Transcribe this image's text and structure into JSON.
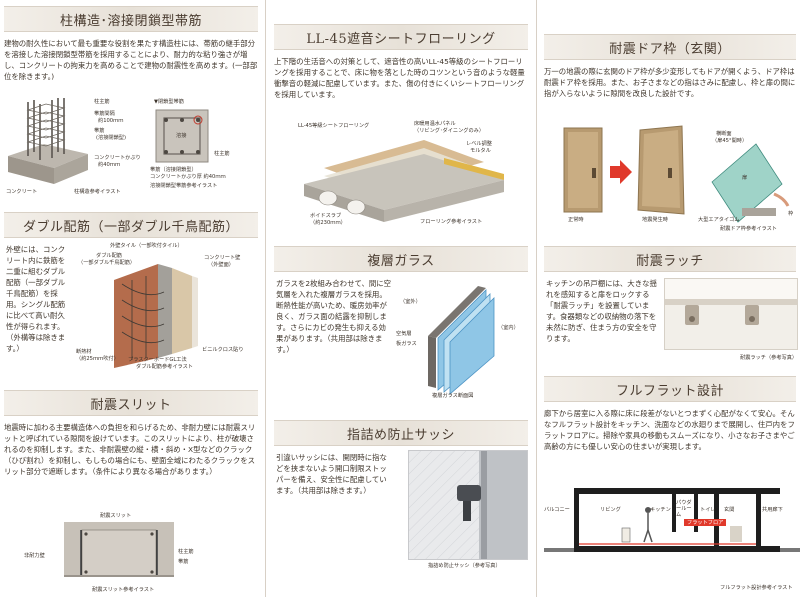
{
  "col1": {
    "s1": {
      "title": "柱構造･溶接閉鎖型帯筋",
      "body": "建物の耐久性において最も重要な役割を果たす構造柱には、帯筋の継手部分を溶接した溶接閉鎖型帯筋を採用することにより、耐力的な粘り強さが増し、コンクリートの拘束力を高めることで建物の耐震性を高めます。(一部部位を除きます。)",
      "labels": {
        "hashira_shukin": "柱主筋",
        "obikin_kankaku": "帯筋間隔",
        "kankaku_val": "約100ｍｍ",
        "obikin_yousetsu": "帯筋",
        "obikin_yousetsu_sub": "(溶接閉鎖型)",
        "concrete_kaburi": "コンクリートかぶり",
        "kaburi_val": "約40ｍｍ",
        "concrete": "コンクリート",
        "caption_left": "柱構造参考イラスト",
        "heisa": "▼閉鎖型帯筋",
        "yousetsu": "溶接",
        "hashira_shukin2": "柱主筋",
        "obikin_r": "帯筋（溶接閉鎖型）",
        "kaburi_r": "コンクリートかぶり厚 約40ｍｍ",
        "caption_right": "溶接閉鎖型帯筋参考イラスト"
      }
    },
    "s2": {
      "title": "ダブル配筋（一部ダブル千鳥配筋）",
      "body": "外壁には、コンクリート内に鉄筋を二重に組むダブル配筋（一部ダブル千鳥配筋）を採用。シングル配筋に比べて高い耐久性が得られます。（外構等は除きます。）",
      "labels": {
        "gaiheki_tile": "外壁タイル（一部吹付タイル）",
        "double": "ダブル配筋",
        "double_sub": "（一部ダブル千鳥配筋）",
        "concrete_heki": "コンクリート壁",
        "concrete_heki_sub": "（外壁面）",
        "dannetsu": "断熱材",
        "dannetsu_sub": "（約25ｍｍ吹付）",
        "vinyl": "ビニルクロス貼り",
        "plaster": "プラスターボードGL工法",
        "caption": "ダブル配筋参考イラスト"
      }
    },
    "s3": {
      "title": "耐震スリット",
      "body": "地震時に加わる主要構造体への負担を和らげるため、非耐力壁には耐震スリットと呼ばれている隙間を設けています。このスリットにより、柱が破壊されるのを抑制します。また、非耐震壁の縦・横・斜め・X型などのクラック（ひび割れ）を抑制し、もしもの場合にも、壁面全域にわたるクラックをスリット部分で遮断します。（条件により異なる場合があります。）",
      "labels": {
        "slit": "耐震スリット",
        "hitairyoku": "非耐力壁",
        "hashira_shukin": "柱主筋",
        "obikin": "帯筋",
        "caption": "耐震スリット参考イラスト"
      }
    }
  },
  "col2": {
    "s1": {
      "title": "LL-45遮音シートフローリング",
      "body": "上下階の生活音への対策として、遮音性の高いLL-45等級のシートフローリングを採用することで、床に物を落とした時のコツンという音のような軽量衝撃音の軽減に配慮しています。また、傷の付きにくいシートフローリングを採用しています。",
      "labels": {
        "ll45": "LL-45等級シートフローリング",
        "yukadanbou": "床暖用温水パネル",
        "yukadanbou_sub": "（リビング･ダイニングのみ）",
        "level": "レベル調整",
        "level_sub": "モルタル",
        "void": "ボイドスラブ",
        "void_sub": "（約230ｍｍ）",
        "caption": "フローリング参考イラスト"
      }
    },
    "s2": {
      "title": "複層ガラス",
      "body": "ガラスを2枚組み合わせて、間に空気層を入れた複層ガラスを採用。断熱性能が高いため、暖房効率が良く、ガラス面の結露を抑制します。さらにカビの発生も抑える効果があります。（共用部は除きます。）",
      "labels": {
        "okugai": "（室外）",
        "shitsunai": "（室内）",
        "kuukisou": "空気層",
        "glass": "板ガラス",
        "caption": "複層ガラス断面図"
      }
    },
    "s3": {
      "title": "指詰め防止サッシ",
      "body": "引違いサッシには、開閉時に指などを挟まないよう開口制限ストッパーを備え、安全性に配慮しています。（共用部は除きます。）",
      "caption": "指詰め防止サッシ（参考写真）"
    }
  },
  "col3": {
    "s1": {
      "title": "耐震ドア枠（玄関）",
      "body": "万一の地震の際に玄関のドア枠が多少変形してもドアが開くよう、ドア枠は耐震ドア枠を採用。また、お子さまなどの指はさみに配慮し、枠と扉の間に指が入らないように隙間を改良した設計です。",
      "labels": {
        "normal": "正常時",
        "quake": "地震発生時",
        "tobira_waku": "横断面",
        "tobira_sub": "（扉45°開時）",
        "door": "扉",
        "waku": "枠",
        "gap": "大型エアタイゴム",
        "caption": "耐震ドア枠参考イラスト"
      }
    },
    "s2": {
      "title": "耐震ラッチ",
      "body": "キッチンの吊戸棚には、大きな揺れを感知すると扉をロックする「耐震ラッチ」を設置しています。食器類などの収納物の落下を未然に防ぎ、住まう方の安全を守ります。",
      "caption": "耐震ラッチ（参考写真）"
    },
    "s3": {
      "title": "フルフラット設計",
      "body": "廊下から居室に入る際に床に段差がないとつまずく心配がなくて安心。そんなフルフラット設計をキッチン、洗面などの水廻りまで展開し、住戸内をフラットフロアに。掃除や家具の移動もスムーズになり、小さなお子さまやご高齢の方にも優しい安心の住まいが実現します。",
      "labels": {
        "balcony": "バルコニー",
        "living": "リビング",
        "kitchen": "キッチン",
        "powder": "パウダールーム",
        "toilet": "トイレ",
        "genkan": "玄関",
        "kyouyou": "共用廊下",
        "flat": "フラットフロア",
        "caption": "フルフラット設計参考イラスト"
      }
    }
  }
}
